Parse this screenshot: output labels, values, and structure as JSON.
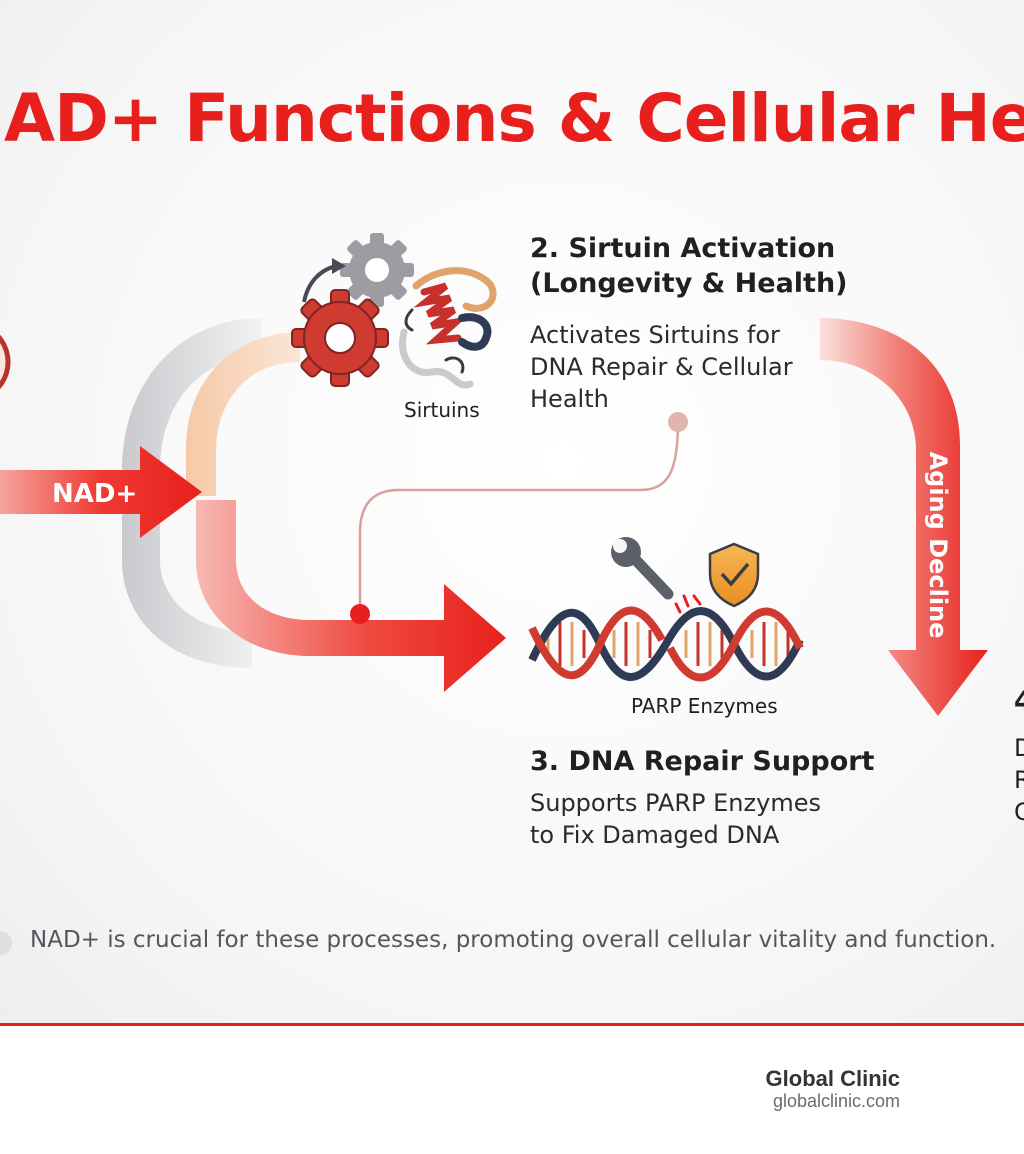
{
  "title": "AD+ Functions & Cellular Healt",
  "nad_arrow_label": "NAD+",
  "step2": {
    "title_lines": [
      "2. Sirtuin Activation",
      "(Longevity & Health)"
    ],
    "desc_lines": [
      "Activates Sirtuins for",
      "DNA Repair & Cellular",
      "Health"
    ],
    "icon_label": "Sirtuins"
  },
  "step3": {
    "title": "3. DNA Repair Support",
    "desc_lines": [
      "Supports PARP Enzymes",
      "to Fix Damaged DNA"
    ],
    "icon_label": "PARP Enzymes"
  },
  "aging_label": "Aging Decline",
  "step4_partial": {
    "number": "4",
    "letters": [
      "D",
      "R",
      "C"
    ]
  },
  "footnote": "NAD+ is crucial for these processes, promoting overall cellular vitality and function.",
  "brand": {
    "name": "Global Clinic",
    "url": "globalclinic.com"
  },
  "colors": {
    "accent_red": "#e8201d",
    "dark_navy": "#2f3a55",
    "gear_gray": "#8a8a90",
    "shield_gold": "#f2a23a"
  }
}
